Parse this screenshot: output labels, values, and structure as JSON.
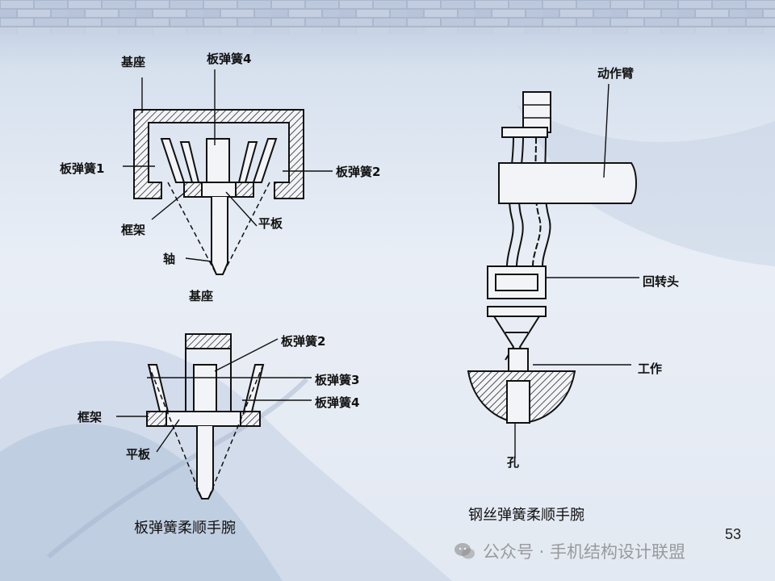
{
  "left_top_diagram": {
    "labels": {
      "base": "基座",
      "spring4": "板弹簧4",
      "spring1": "板弹簧1",
      "spring2": "板弹簧2",
      "frame": "框架",
      "plate": "平板",
      "shaft": "轴"
    }
  },
  "left_bottom_diagram": {
    "labels": {
      "base": "基座",
      "spring2": "板弹簧2",
      "spring3": "板弹簧3",
      "spring4": "板弹簧4",
      "frame": "框架",
      "plate": "平板"
    },
    "caption": "板弹簧柔顺手腕"
  },
  "right_diagram": {
    "labels": {
      "arm": "动作臂",
      "rotary_head": "回转头",
      "work": "工作",
      "hole": "孔"
    },
    "caption": "钢丝弹簧柔顺手腕"
  },
  "page_number": "53",
  "watermark": "公众号 · 手机结构设计联盟",
  "colors": {
    "line": "#111111",
    "hatch": "#111111",
    "bg": "#e6ecf4"
  }
}
